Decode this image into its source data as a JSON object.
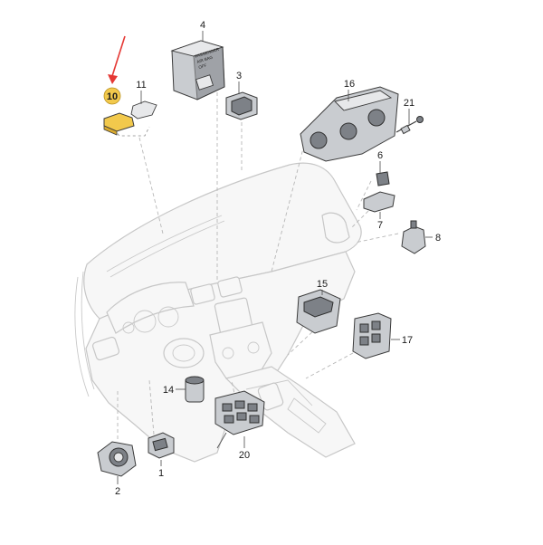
{
  "diagram": {
    "callouts": [
      {
        "id": "c1",
        "label": "1"
      },
      {
        "id": "c2",
        "label": "2"
      },
      {
        "id": "c3",
        "label": "3"
      },
      {
        "id": "c4",
        "label": "4"
      },
      {
        "id": "c6",
        "label": "6"
      },
      {
        "id": "c7",
        "label": "7"
      },
      {
        "id": "c8",
        "label": "8"
      },
      {
        "id": "c10",
        "label": "10"
      },
      {
        "id": "c11",
        "label": "11"
      },
      {
        "id": "c14",
        "label": "14"
      },
      {
        "id": "c15",
        "label": "15"
      },
      {
        "id": "c16",
        "label": "16"
      },
      {
        "id": "c17",
        "label": "17"
      },
      {
        "id": "c20",
        "label": "20"
      },
      {
        "id": "c21",
        "label": "21"
      }
    ],
    "part4_text": [
      "PASSENGER",
      "AIR BAG",
      "OFF"
    ],
    "colors": {
      "highlight": "#f2c94c",
      "arrow": "#e53935",
      "outline": "#3b3b3b",
      "dashboard": "#c7c7c7"
    }
  }
}
